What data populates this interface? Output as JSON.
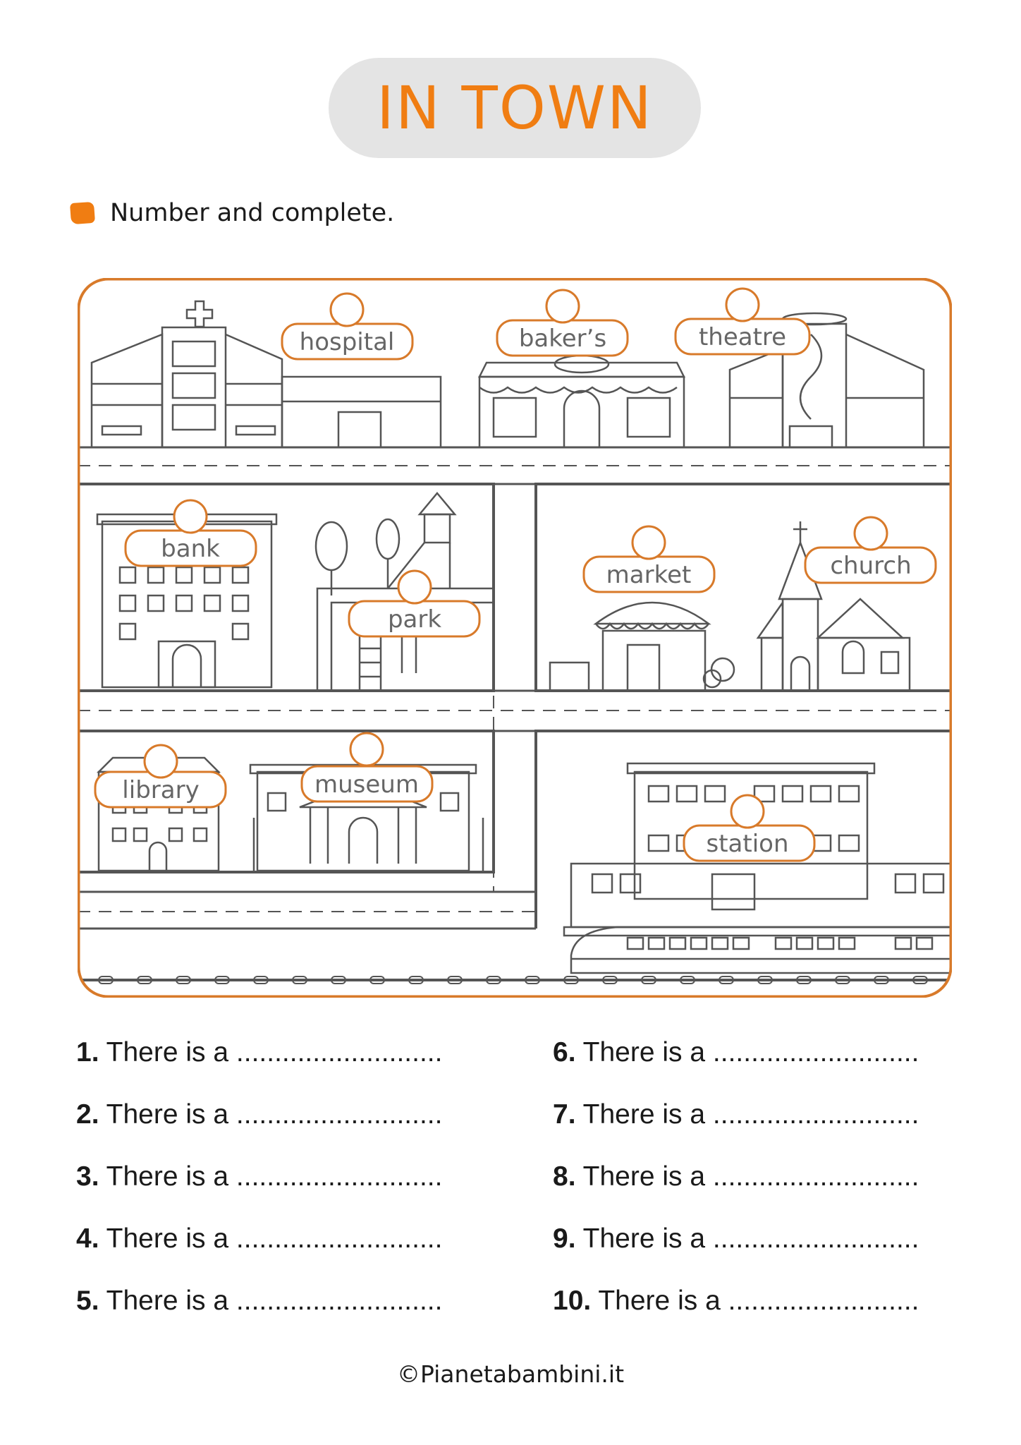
{
  "title": "IN TOWN",
  "instruction": "Number and complete.",
  "labels": {
    "hospital": "hospital",
    "bakers": "baker’s",
    "theatre": "theatre",
    "bank": "bank",
    "park": "park",
    "market": "market",
    "church": "church",
    "library": "library",
    "museum": "museum",
    "station": "station"
  },
  "exercises": [
    {
      "num": "1.",
      "text": "There is a ..........................."
    },
    {
      "num": "2.",
      "text": "There is a ..........................."
    },
    {
      "num": "3.",
      "text": "There is a ..........................."
    },
    {
      "num": "4.",
      "text": "There is a ..........................."
    },
    {
      "num": "5.",
      "text": "There is a ..........................."
    },
    {
      "num": "6.",
      "text": "There is a ..........................."
    },
    {
      "num": "7.",
      "text": "There is a ..........................."
    },
    {
      "num": "8.",
      "text": "There is a ..........................."
    },
    {
      "num": "9.",
      "text": "There is a ..........................."
    },
    {
      "num": "10.",
      "text": "There is a ........................."
    }
  ],
  "footer": "©Pianetabambini.it",
  "colors": {
    "accent": "#f07d12",
    "line": "#555555",
    "label_text": "#666666"
  }
}
